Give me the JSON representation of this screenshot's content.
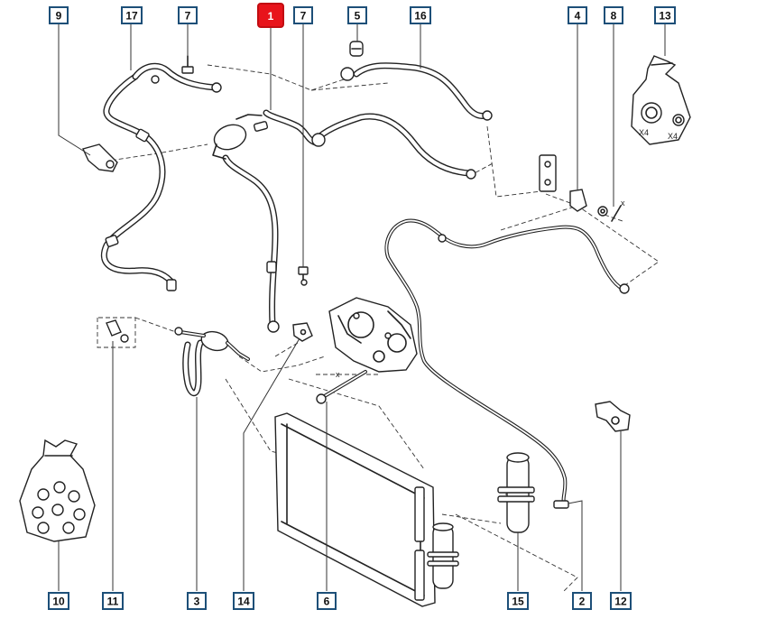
{
  "callouts": [
    {
      "id": "9",
      "label": "9"
    },
    {
      "id": "17",
      "label": "17"
    },
    {
      "id": "7a",
      "label": "7"
    },
    {
      "id": "1",
      "label": "1",
      "selected": true
    },
    {
      "id": "7b",
      "label": "7"
    },
    {
      "id": "5",
      "label": "5"
    },
    {
      "id": "16",
      "label": "16"
    },
    {
      "id": "4",
      "label": "4"
    },
    {
      "id": "8",
      "label": "8"
    },
    {
      "id": "13",
      "label": "13"
    },
    {
      "id": "10",
      "label": "10"
    },
    {
      "id": "11",
      "label": "11"
    },
    {
      "id": "3",
      "label": "3"
    },
    {
      "id": "14",
      "label": "14"
    },
    {
      "id": "6",
      "label": "6"
    },
    {
      "id": "15",
      "label": "15"
    },
    {
      "id": "2",
      "label": "2"
    },
    {
      "id": "12",
      "label": "12"
    }
  ],
  "annotations": {
    "x_top_right": "x",
    "x_compressor": "x",
    "bag13_qty_left": "X4",
    "bag13_qty_right": "X4"
  },
  "colors": {
    "callout_border": "#1d4f78",
    "selected_fill": "#e8141b",
    "line": "#222222"
  }
}
